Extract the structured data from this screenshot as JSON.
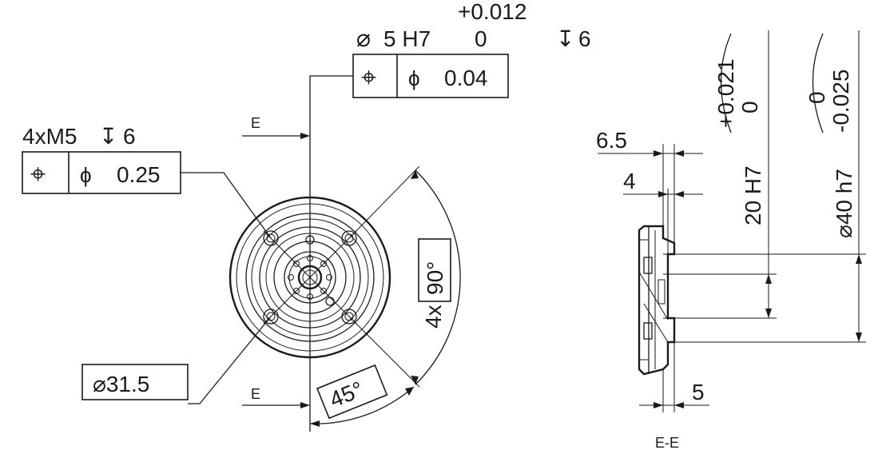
{
  "hole_callout": {
    "diameter_symbol": "⌀",
    "size": "5 H7",
    "tol_upper": "+0.012",
    "tol_lower": "0",
    "depth_symbol": "↧",
    "depth": "6",
    "position_symbol": "⌖",
    "tol_diameter_symbol": "ϕ",
    "tolerance": "0.04"
  },
  "thread_callout": {
    "label": "4xM5",
    "depth_symbol": "↧",
    "depth": "6",
    "position_symbol": "⌖",
    "tol_diameter_symbol": "ϕ",
    "tolerance": "0.25"
  },
  "section_marks": {
    "top": "E",
    "bottom": "E",
    "view_label": "E-E"
  },
  "pitch_circle": {
    "label": "⌀31.5"
  },
  "angles": {
    "main_prefix": "4x",
    "main": "90°",
    "offset": "45°"
  },
  "side_view": {
    "dim_6_5": "6.5",
    "dim_4": "4",
    "dim_5": "5",
    "bore_label": "20 H7",
    "bore_tol_upper": "+0.021",
    "bore_tol_lower": "0",
    "shaft_label": "⌀40 h7",
    "shaft_tol_upper": "0",
    "shaft_tol_lower": "-0.025"
  },
  "colors": {
    "ink": "#1a1a1a",
    "paper": "#ffffff"
  }
}
